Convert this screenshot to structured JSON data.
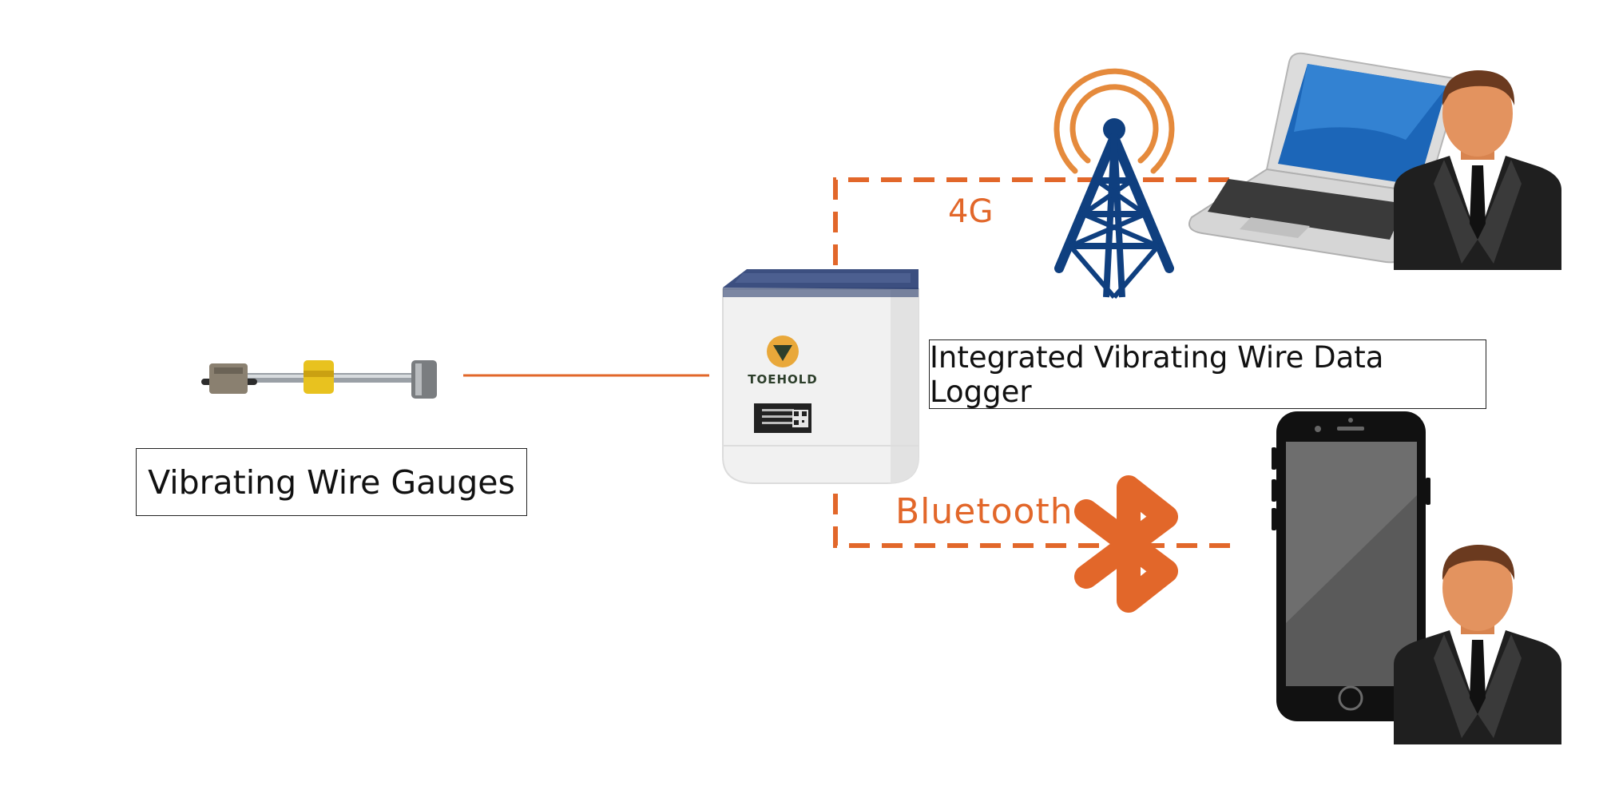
{
  "labels": {
    "gauges": "Vibrating Wire Gauges",
    "logger": "Integrated Vibrating Wire Data Logger"
  },
  "links": {
    "cellular": "4G",
    "bluetooth": "Bluetooth"
  },
  "device": {
    "brand": "TOEHOLD"
  },
  "colors": {
    "accent": "#e2672a",
    "tower": "#0f3f7f",
    "suit": "#1f1f1f",
    "skin": "#e3935f",
    "hair": "#6b3a1f"
  }
}
